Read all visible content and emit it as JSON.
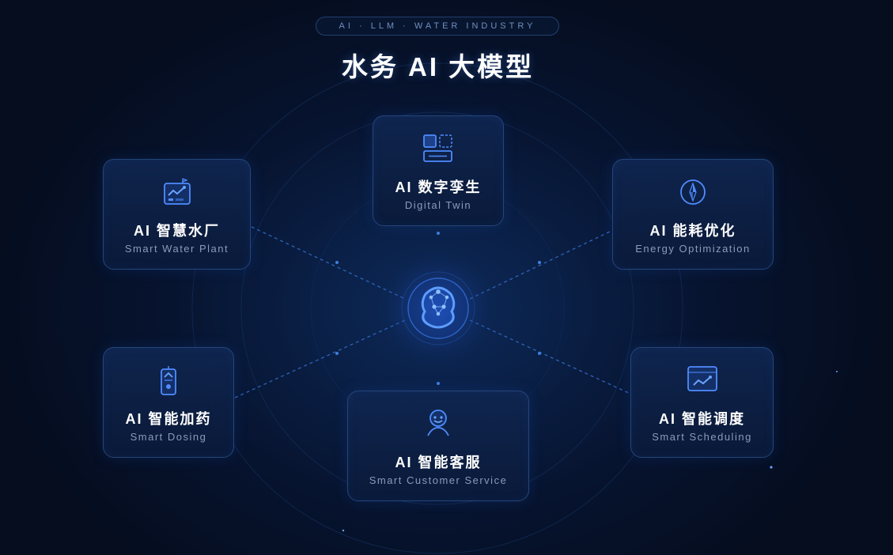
{
  "header": {
    "tagline": "AI · LLM · WATER INDUSTRY",
    "title": "水务 AI 大模型"
  },
  "colors": {
    "accent": "#3b7dff",
    "line": "#2f63b8",
    "card_border": "#24467a",
    "subtitle": "#8a9cba"
  },
  "center": {
    "icon": "ai-brain-icon"
  },
  "modules": {
    "digital_twin": {
      "title": "AI 数字孪生",
      "subtitle": "Digital Twin",
      "icon": "layout-grid-icon"
    },
    "water_plant": {
      "title": "AI 智慧水厂",
      "subtitle": "Smart Water Plant",
      "icon": "chart-monitor-icon"
    },
    "energy": {
      "title": "AI 能耗优化",
      "subtitle": "Energy Optimization",
      "icon": "compass-icon"
    },
    "dosing": {
      "title": "AI 智能加药",
      "subtitle": "Smart Dosing",
      "icon": "dosing-device-icon"
    },
    "scheduling": {
      "title": "AI 智能调度",
      "subtitle": "Smart Scheduling",
      "icon": "trend-screen-icon"
    },
    "customer": {
      "title": "AI 智能客服",
      "subtitle": "Smart Customer Service",
      "icon": "robot-agent-icon"
    }
  }
}
